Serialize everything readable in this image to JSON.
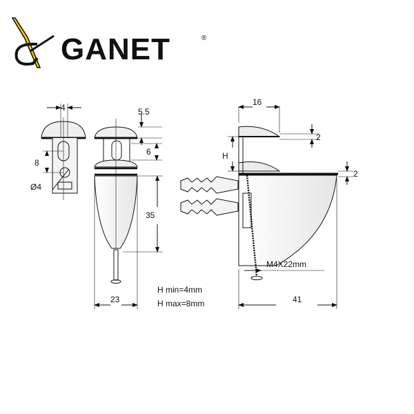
{
  "logo": {
    "brand": "GANET",
    "registered": "®",
    "accent": "#f2c200"
  },
  "dimensions": {
    "front_width": "4",
    "slot_pitch": "8",
    "hole_diameter": "Ø4",
    "cap_height": "5.5",
    "slot_height": "6",
    "body_height": "35",
    "body_width": "23",
    "clamp_length": "16",
    "clamp_thickness": "2",
    "gap_label": "H",
    "plate_thickness": "2",
    "screw": "M4X22mm",
    "total_depth": "41"
  },
  "notes": {
    "h_min": "H min=4mm",
    "h_max": "H max=8mm"
  }
}
